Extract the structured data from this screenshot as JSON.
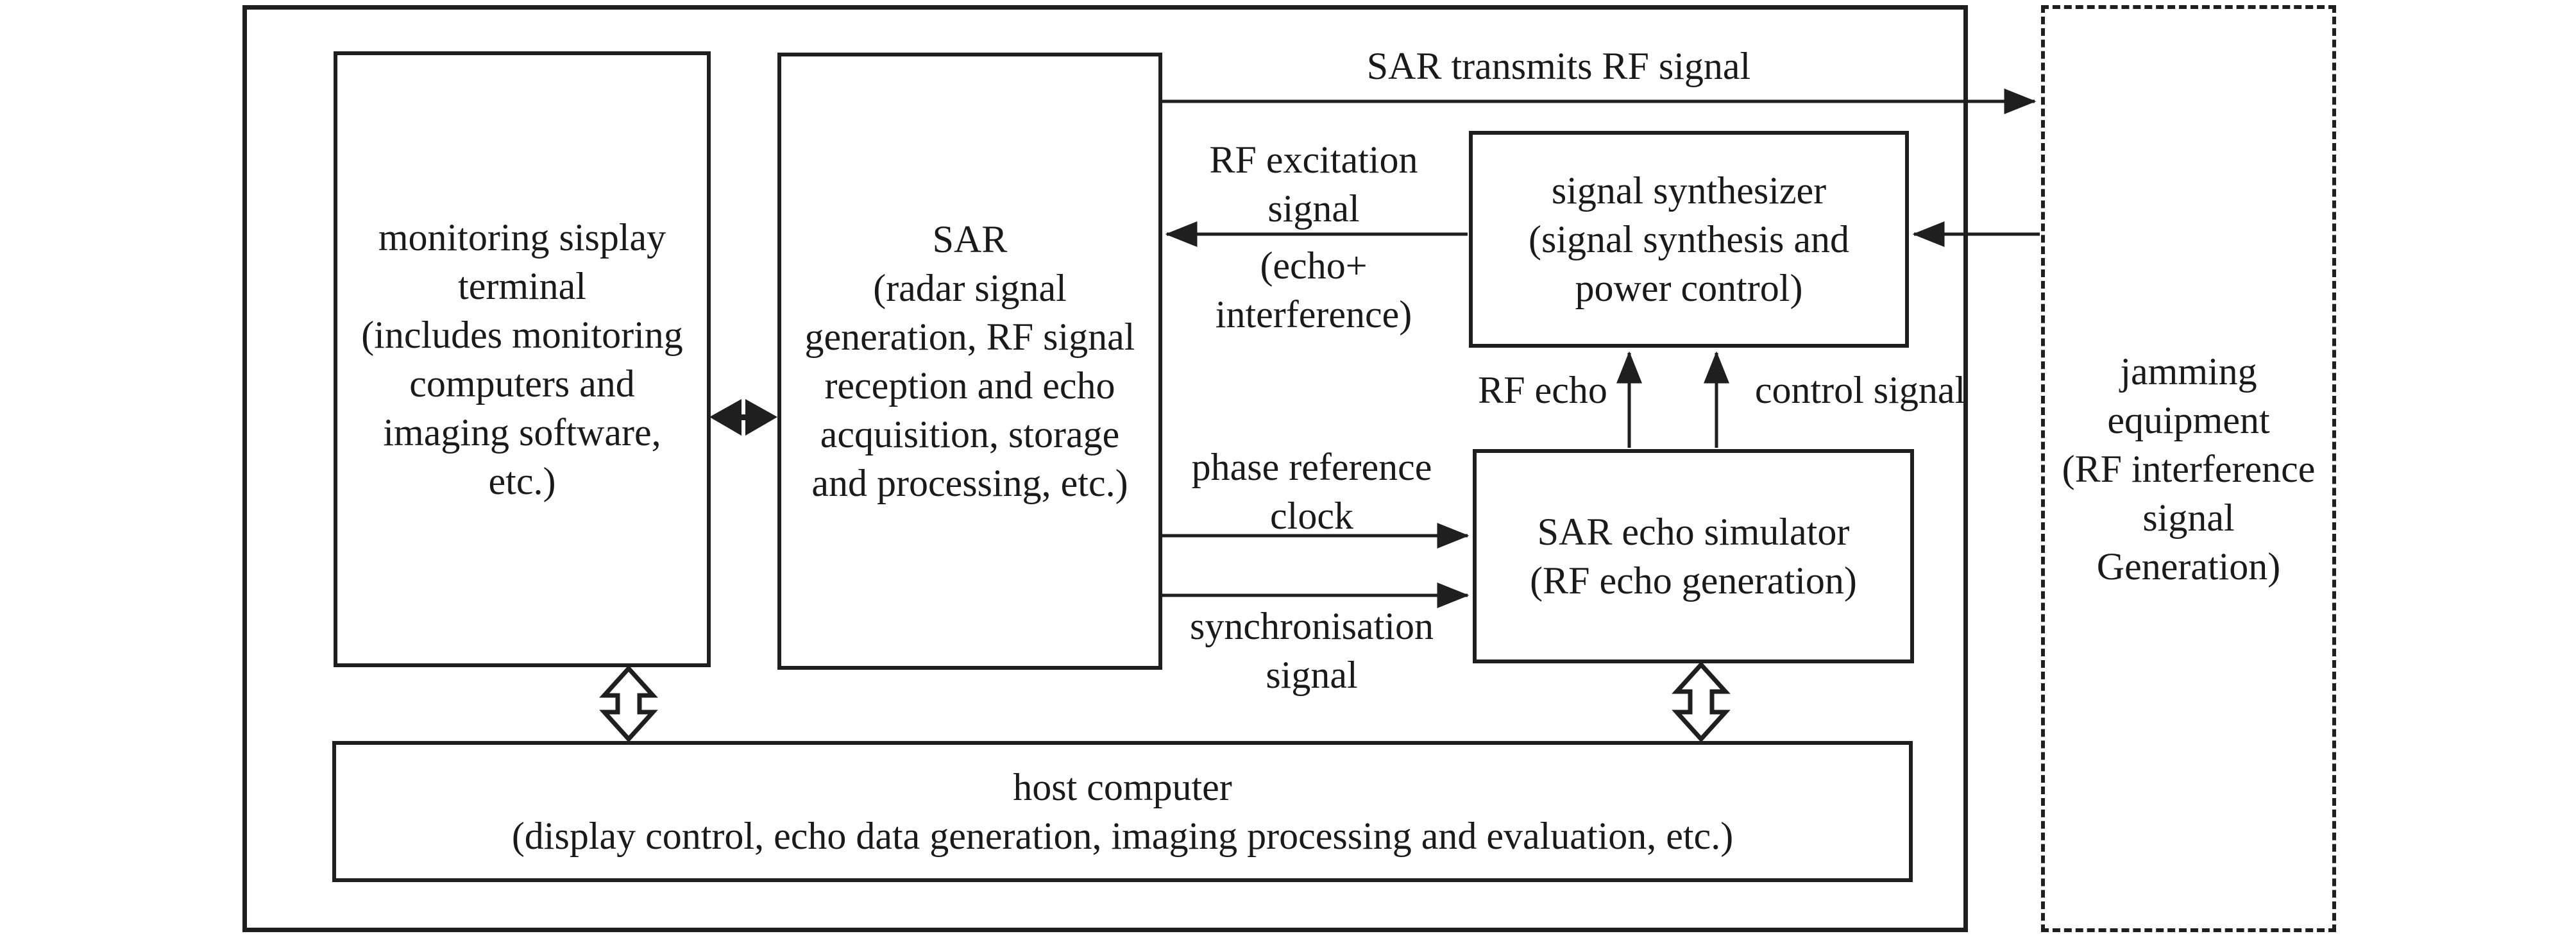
{
  "diagram": {
    "title": "SAR jamming test system block diagram",
    "colors": {
      "line": "#1f1f1f",
      "text": "#1a1a1a",
      "background": "#ffffff"
    },
    "boxes": {
      "monitoring_terminal": {
        "label": "monitoring sisplay\nterminal\n(includes monitoring\ncomputers and\nimaging software,\netc.)"
      },
      "sar": {
        "label": "SAR\n(radar signal\ngeneration, RF signal\nreception and echo\nacquisition, storage\nand processing, etc.)"
      },
      "signal_synthesizer": {
        "label": "signal synthesizer\n(signal synthesis and\npower control)"
      },
      "sar_echo_simulator": {
        "label": "SAR echo simulator\n(RF echo generation)"
      },
      "host_computer": {
        "label": "host computer\n(display control, echo data generation, imaging processing and evaluation, etc.)"
      },
      "jamming_equipment": {
        "label": "jamming\nequipment\n(RF interference\nsignal\nGeneration)"
      }
    },
    "arrow_labels": {
      "sar_transmits": "SAR transmits RF signal",
      "rf_excitation": "RF excitation\nsignal",
      "echo_interference": "(echo+\ninterference)",
      "rf_echo": "RF echo",
      "control_signal": "control signal",
      "phase_reference_clock": "phase reference\nclock",
      "synchronisation_signal": "synchronisation\nsignal"
    }
  }
}
